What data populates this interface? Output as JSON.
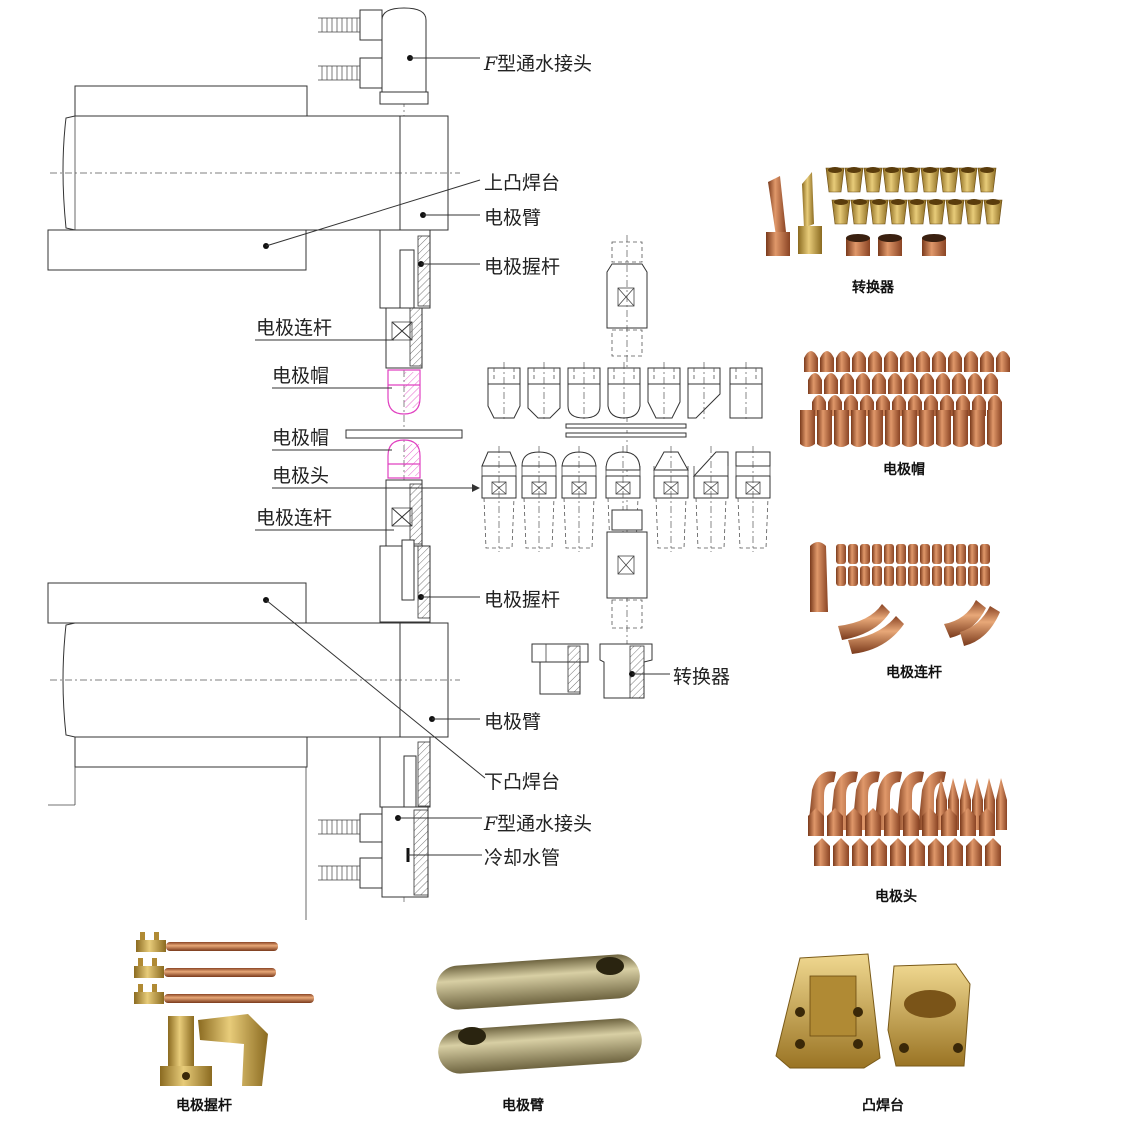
{
  "labels": {
    "f_water_top_prefix": "F",
    "f_water_top": "型通水接头",
    "upper_platform": "上凸焊台",
    "arm_upper": "电极臂",
    "holder_upper": "电极握杆",
    "rod_upper": "电极连杆",
    "cap_upper": "电极帽",
    "cap_lower": "电极帽",
    "tip_lower": "电极头",
    "rod_lower": "电极连杆",
    "holder_lower": "电极握杆",
    "converter": "转换器",
    "arm_lower": "电极臂",
    "lower_platform": "下凸焊台",
    "f_water_bottom_prefix": "F",
    "f_water_bottom": "型通水接头",
    "cooling_pipe": "冷却水管"
  },
  "captions": {
    "converter": "转换器",
    "caps": "电极帽",
    "rods": "电极连杆",
    "tips": "电极头",
    "holder": "电极握杆",
    "arm": "电极臂",
    "platform": "凸焊台"
  },
  "colors": {
    "copper": "#b8643a",
    "copper_light": "#e0986a",
    "brass": "#c8a24a",
    "bronze_arm": "#9a8a5a",
    "highlight_pink": "#e040c0"
  }
}
